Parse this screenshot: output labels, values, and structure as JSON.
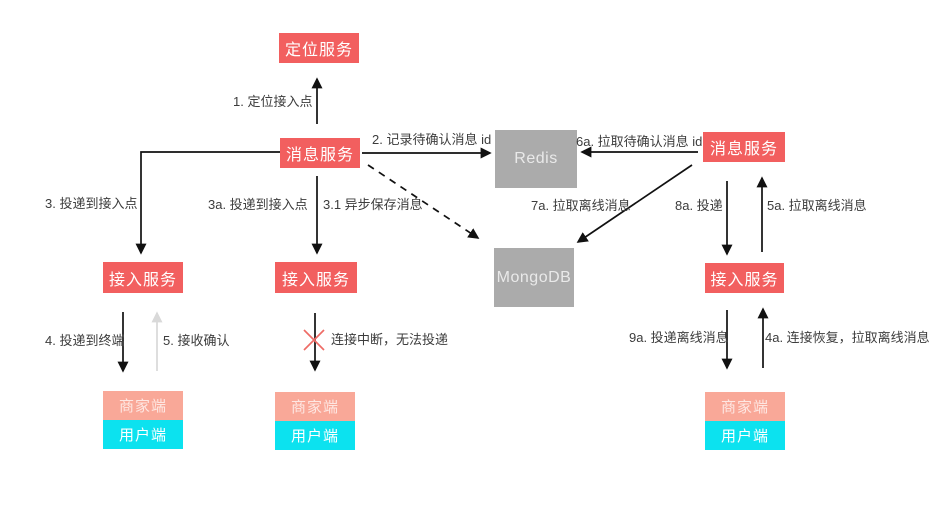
{
  "colors": {
    "service_box": "#F25F5F",
    "db_box": "#ABABAB",
    "merchant_box": "#F9A898",
    "user_box": "#0CE2EF",
    "label_text": "#3C3C3C",
    "arrow": "#111111",
    "light_arrow": "#D9D9D9",
    "error_x": "#EE6B66"
  },
  "nodes": {
    "location_service": "定位服务",
    "message_service": "消息服务",
    "message_service_offline": "消息服务",
    "access_service_left": "接入服务",
    "access_service_mid": "接入服务",
    "access_service_right": "接入服务",
    "redis": "Redis",
    "mongodb": "MongoDB",
    "merchant_client": "商家端",
    "user_client": "用户端"
  },
  "edge_labels": {
    "step1": "1. 定位接入点",
    "step2": "2. 记录待确认消息 id",
    "step3": "3. 投递到接入点",
    "step3a": "3a. 投递到接入点",
    "step3_1": "3.1 异步保存消息",
    "step4": "4. 投递到终端",
    "step5": "5. 接收确认",
    "disconnect": "连接中断，无法投递",
    "step6a": "6a. 拉取待确认消息 id",
    "step7a": "7a. 拉取离线消息",
    "step8a": "8a. 投递",
    "step5a": "5a. 拉取离线消息",
    "step9a": "9a. 投递离线消息",
    "step4a": "4a. 连接恢复，拉取离线消息"
  }
}
